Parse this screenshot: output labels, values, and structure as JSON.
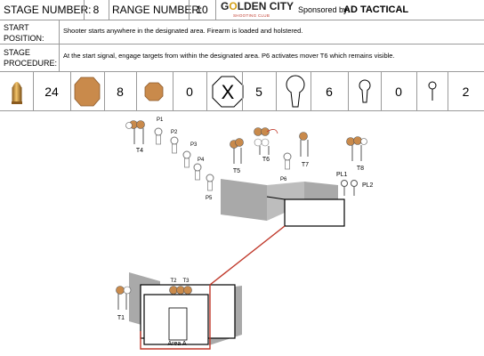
{
  "header": {
    "stage_label": "STAGE NUMBER:",
    "stage_number": "8",
    "range_label": "RANGE NUMBER:",
    "range_number": "10",
    "logo_title_g": "G",
    "logo_title_o": "O",
    "logo_title_rest": "LDEN CITY",
    "logo_sub": "SHOOTING CLUB",
    "sponsor_label": "Sponsored by:",
    "sponsor_name": "AD TACTICAL"
  },
  "start_position": {
    "label_line1": "START",
    "label_line2": "POSITION:",
    "text": "Shooter starts anywhere in the designated area. Firearm is loaded and holstered."
  },
  "stage_procedure": {
    "label_line1": "STAGE",
    "label_line2": "PROCEDURE:",
    "text": "At the start signal, engage targets from within the designated area. P6 activates mover T6 which remains visible."
  },
  "counts": {
    "rounds": "24",
    "paper_targets": "8",
    "mini_paper": "0",
    "no_shoot": "5",
    "large_popper": "6",
    "mini_popper": "0",
    "plate": "2",
    "no_shoot_glyph": "X"
  },
  "icons": [
    "cartridge-icon",
    "paper-target-icon",
    "mini-paper-target-icon",
    "no-shoot-icon",
    "popper-icon",
    "mini-popper-icon",
    "plate-icon"
  ],
  "diagram": {
    "targets": {
      "t1": "T1",
      "t2": "T2",
      "t3": "T3",
      "t4": "T4",
      "t5": "T5",
      "t6": "T6",
      "t7": "T7",
      "t8": "T8"
    },
    "poppers": {
      "p1": "P1",
      "p2": "P2",
      "p3": "P3",
      "p4": "P4",
      "p5": "P5",
      "p6": "P6"
    },
    "plates": {
      "pl1": "PL1",
      "pl2": "PL2"
    },
    "area_label": "Area A"
  },
  "colors": {
    "grid_line": "#9a9a9a",
    "target_tan": "#c98a4b",
    "wall_gray": "#a9a9a9",
    "area_red": "#c0392b",
    "logo_gold": "#d4a017"
  }
}
